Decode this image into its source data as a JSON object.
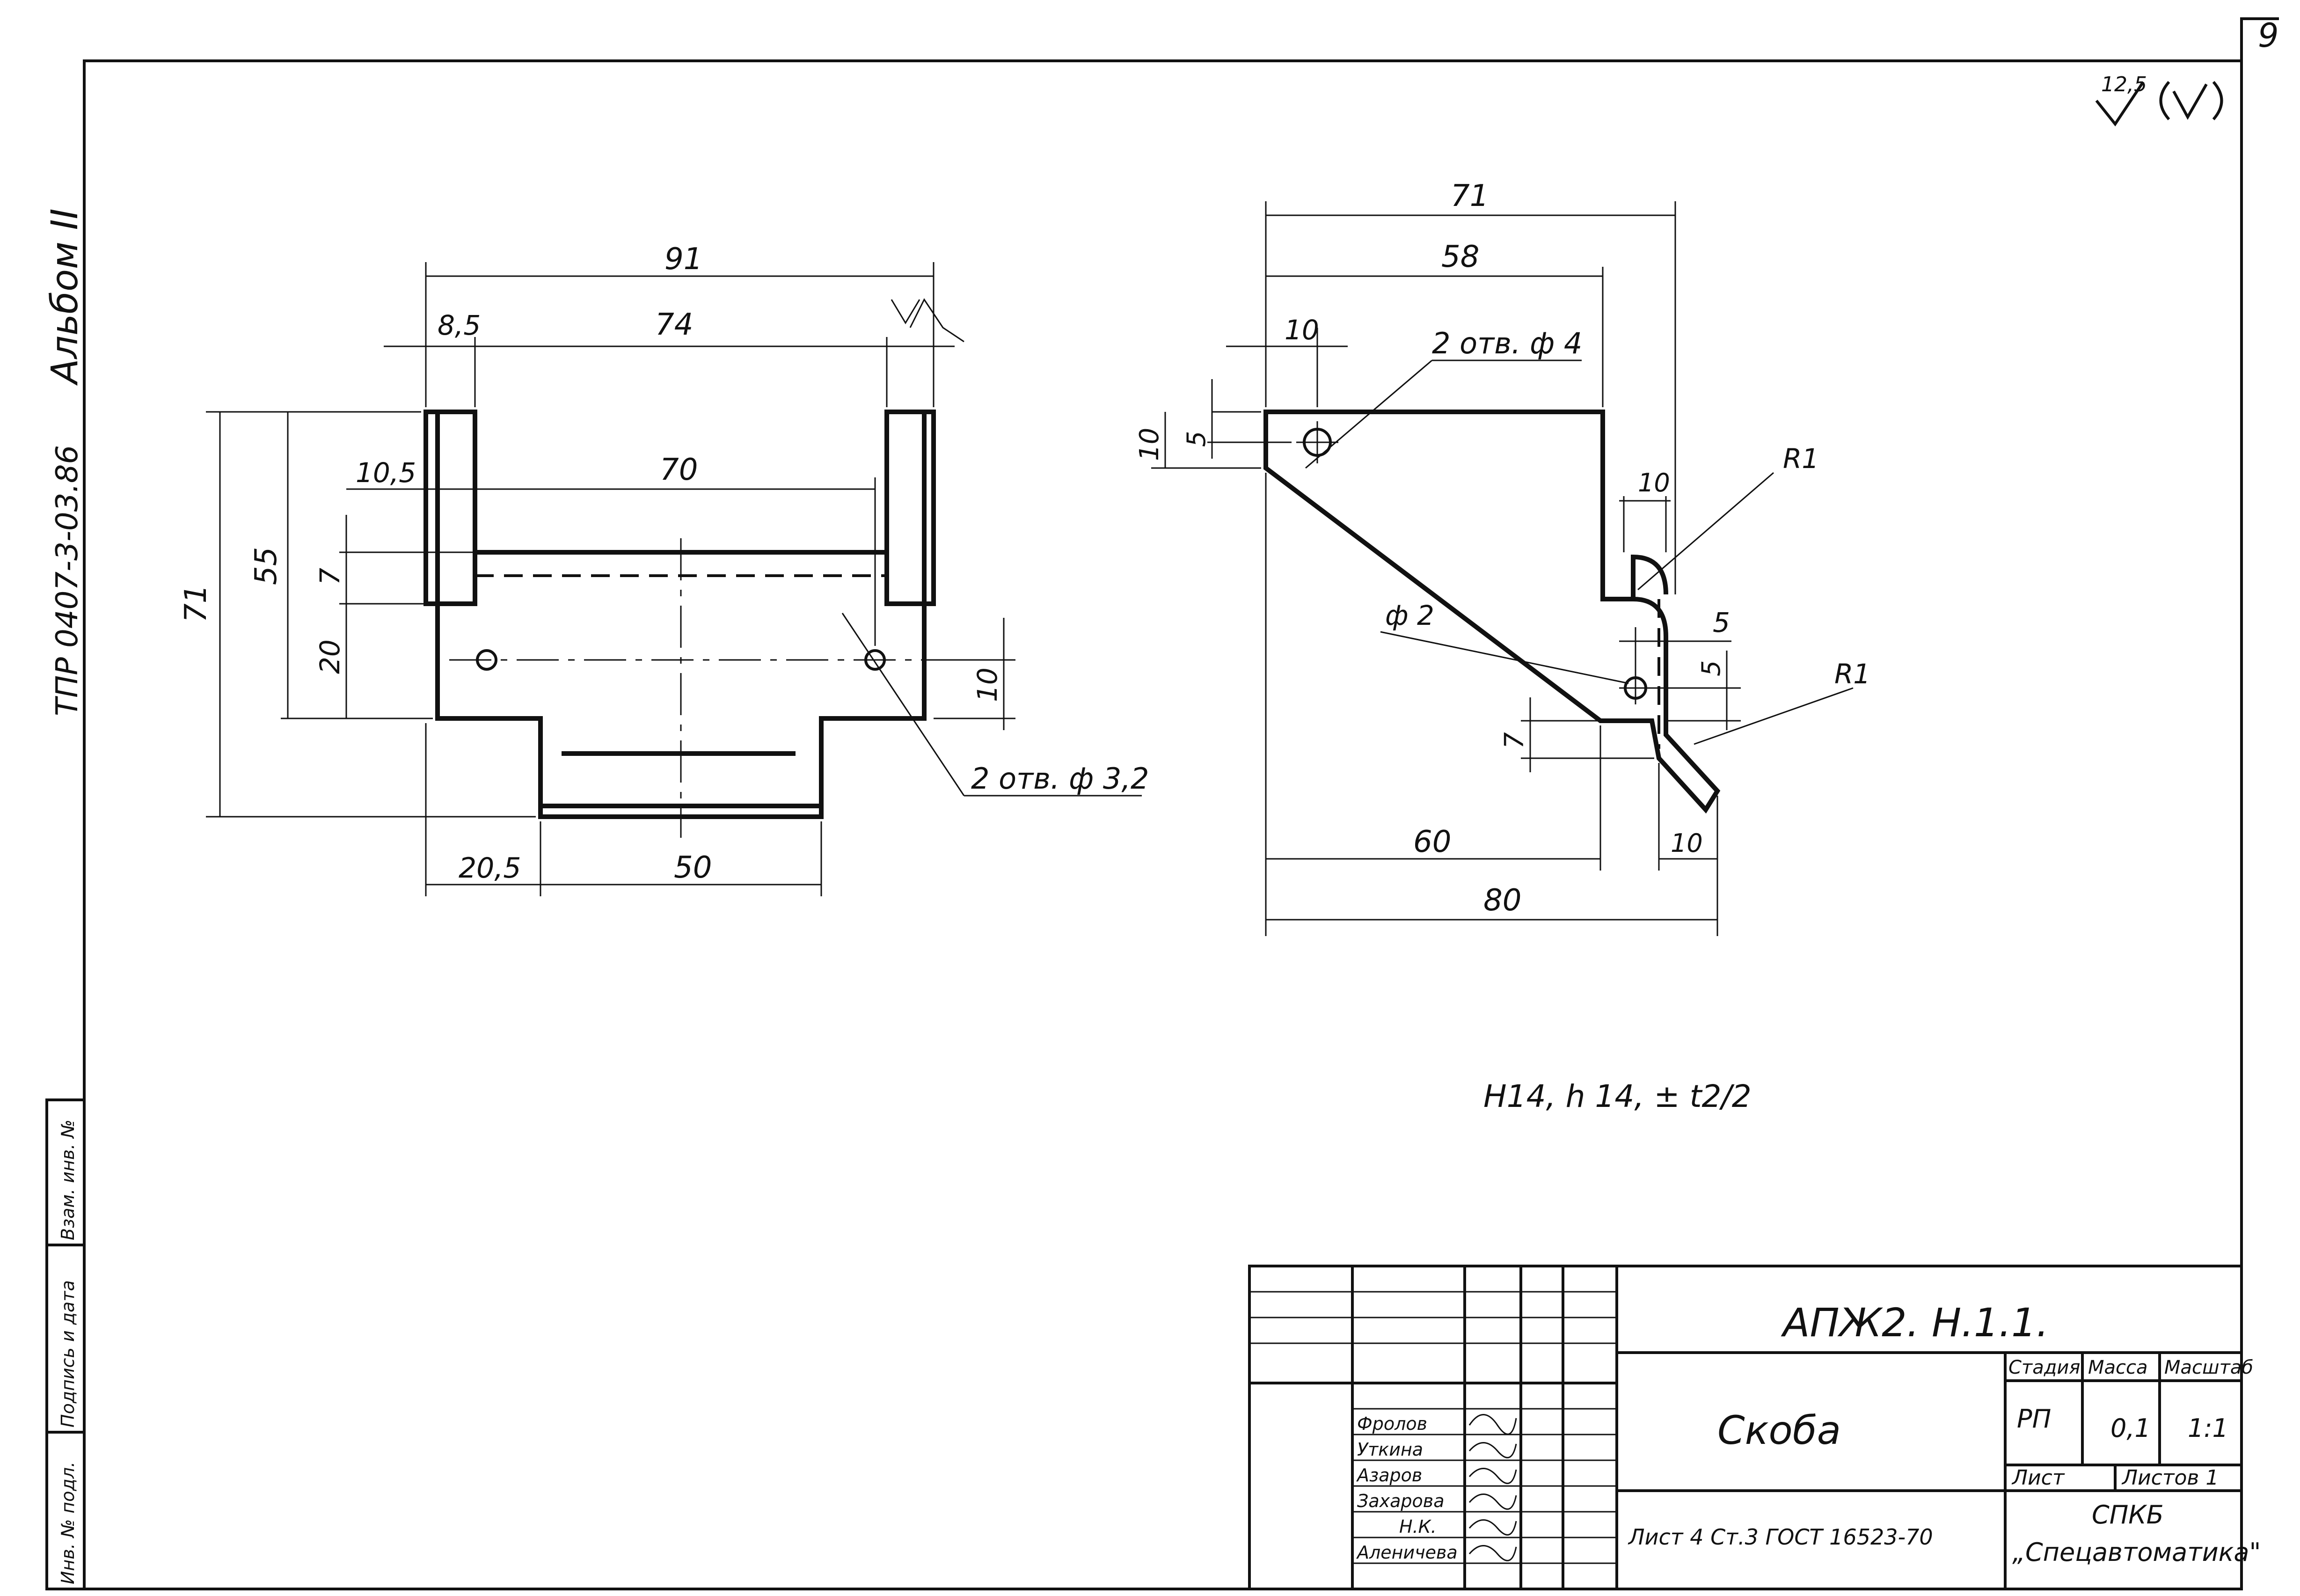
{
  "sheet": {
    "page_number": "9",
    "roughness_mark": "12,5",
    "album_label": "Альбом II",
    "doc_ref": "ТПР 0407-3-03.86"
  },
  "view1": {
    "dims": {
      "d91": "91",
      "d8_5": "8,5",
      "d74": "74",
      "d10_5": "10,5",
      "d70": "70",
      "d71": "71",
      "d55": "55",
      "d7": "7",
      "d20": "20",
      "d10": "10",
      "d20_5": "20,5",
      "d50": "50"
    },
    "holes_note": "2 отв. ф 3,2"
  },
  "view2": {
    "dims": {
      "d71": "71",
      "d58": "58",
      "d10a": "10",
      "d10b": "10",
      "d5a": "5",
      "d10c": "10",
      "d5b": "5",
      "d5c": "5",
      "d7": "7",
      "d60": "60",
      "d10d": "10",
      "d80": "80"
    },
    "holes_note": "2 отв. ф 4",
    "phi2": "ф 2",
    "r1a": "R1",
    "r1b": "R1"
  },
  "tolerance_note": "H14, h 14, ± t2/2",
  "side_stamp": [
    "Инв. № подл.",
    "Подпись и дата",
    "Взам. инв. №"
  ],
  "title_block": {
    "doc_code": "АПЖ2. Н.1.1.",
    "part_name": "Скоба",
    "hdr_stage": "Стадия",
    "hdr_mass": "Масса",
    "hdr_scale": "Масштаб",
    "stage": "РП",
    "mass": "0,1",
    "scale": "1:1",
    "sheet_label": "Лист",
    "sheets_label": "Листов 1",
    "material": "Лист 4 Ст.3 ГОСТ 16523-70",
    "org_line1": "СПКБ",
    "org_line2": "„Спецавтоматика\"",
    "people": [
      "Фролов",
      "Уткина",
      "Азаров",
      "Захарова",
      "Н.К.",
      "Аленичева"
    ]
  }
}
